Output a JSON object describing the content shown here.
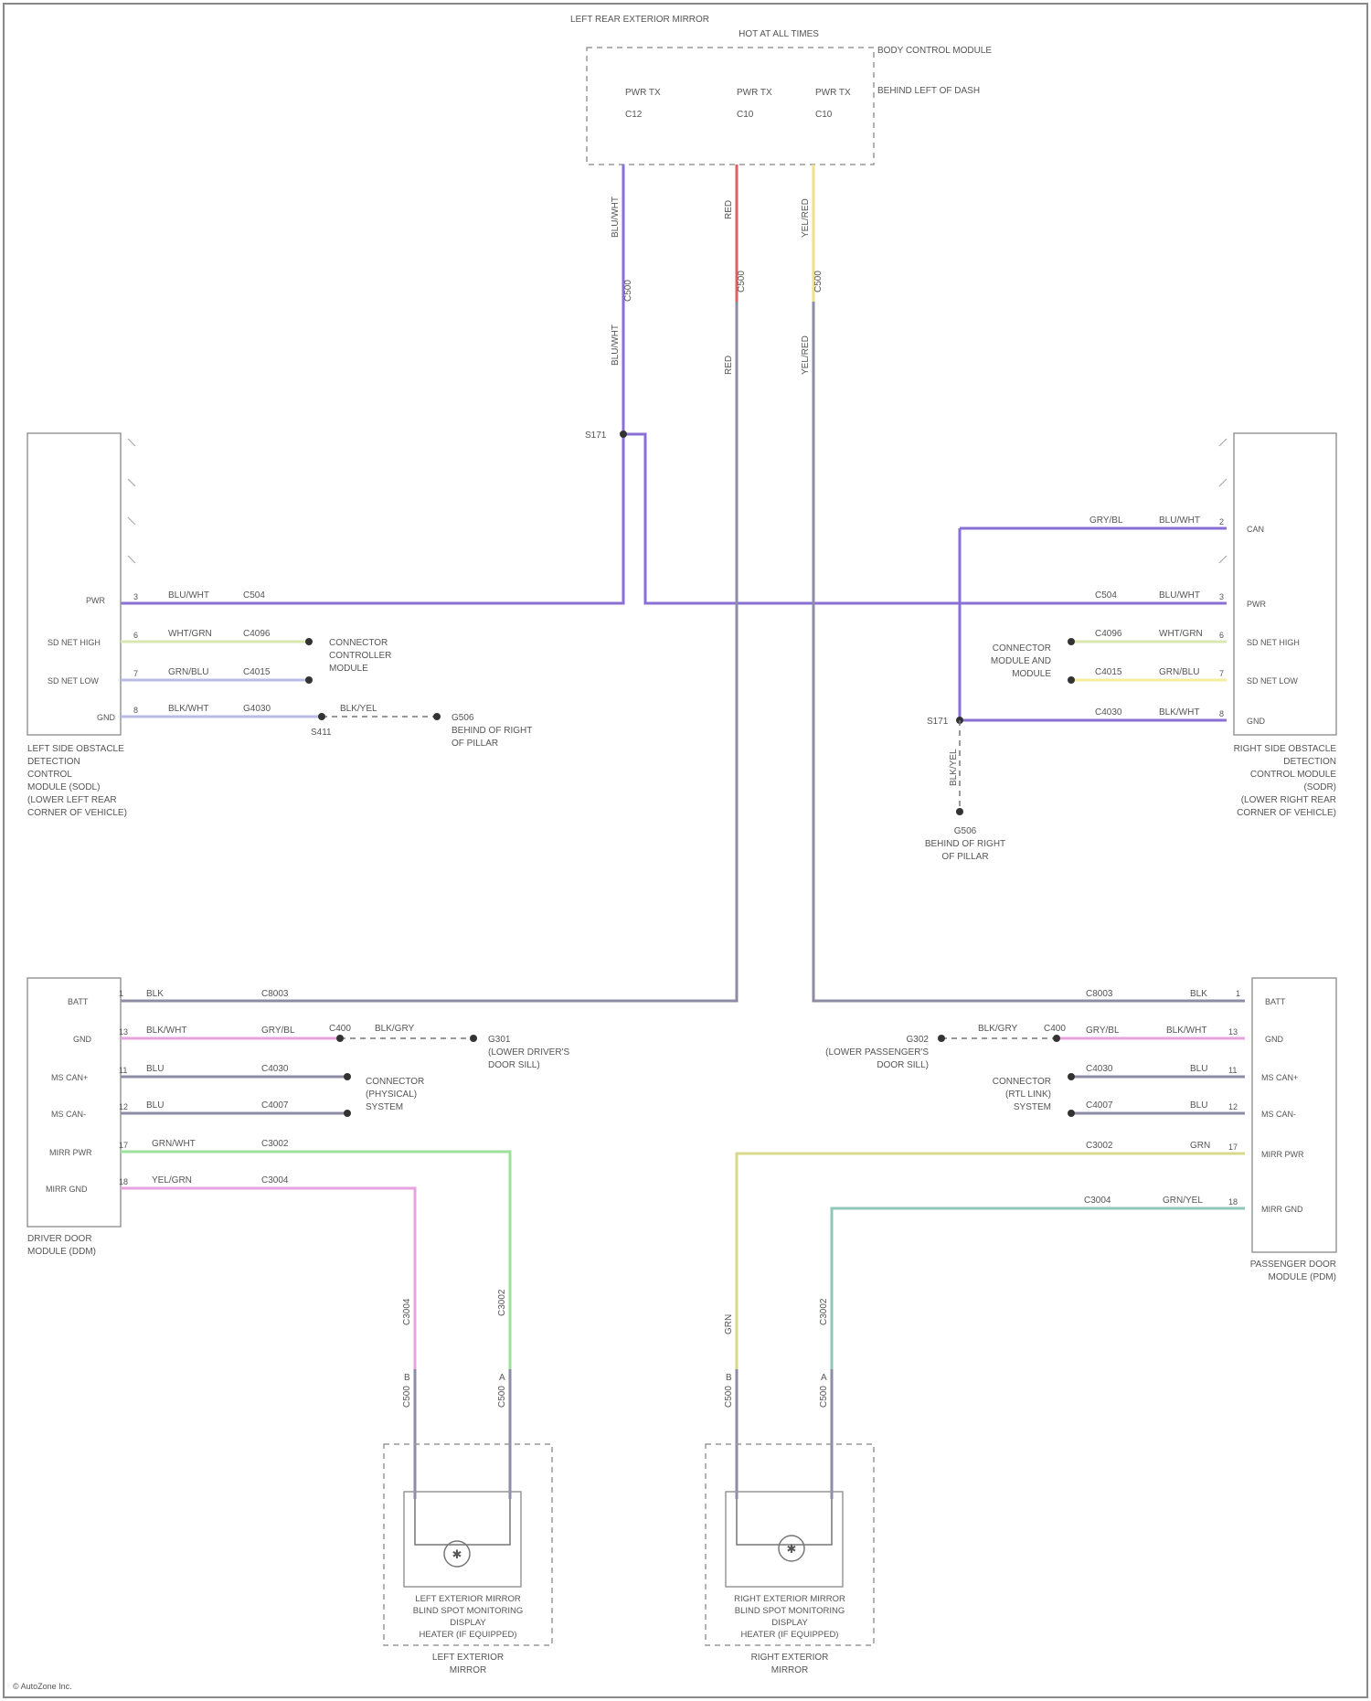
{
  "top_connector": {
    "title_left": "LEFT REAR EXTERIOR MIRROR",
    "title_right": "HOT AT ALL TIMES",
    "title_far_right": "BODY CONTROL MODULE",
    "pins": [
      {
        "label": "PWR TX",
        "num": "C12"
      },
      {
        "label": "PWR TX",
        "num": "C10"
      },
      {
        "label": "PWR TX",
        "num": "C10"
      }
    ],
    "note": "BEHIND LEFT OF DASH"
  },
  "wire_colors": {
    "purple": "#8a6fd6",
    "red": "#e06060",
    "yellow": "#f0e08a",
    "gray": "#8c8ca6",
    "green": "#9fe09a",
    "pink": "#e7a3df",
    "olive": "#d9d98a",
    "teal": "#8fc7b8",
    "lightyellow": "#f3ef9c",
    "light": "#b8bce6"
  },
  "vertical_wire_labels": {
    "purple": [
      "BLU/WHT",
      "C500",
      "BLU/WHT"
    ],
    "red": [
      "RED",
      "C500",
      "RED"
    ],
    "yellow": [
      "YEL/RED",
      "C500",
      "YEL/RED"
    ],
    "splice": "S171"
  },
  "left_module": {
    "caption": [
      "LEFT SIDE OBSTACLE",
      "DETECTION",
      "CONTROL",
      "MODULE (SODL)",
      "(LOWER LEFT REAR",
      "CORNER OF VEHICLE)"
    ],
    "rows": [
      {
        "name": "PWR",
        "pin": "3",
        "wire1": "BLU/WHT",
        "wire2": "C504"
      },
      {
        "name": "SD NET HIGH",
        "pin": "6",
        "wire1": "WHT/GRN",
        "wire2": "C4096"
      },
      {
        "name": "SD NET LOW",
        "pin": "7",
        "wire1": "GRN/BLU",
        "wire2": "C4015"
      },
      {
        "name": "GND",
        "pin": "8",
        "wire1": "BLK/WHT",
        "wire2": "G4030"
      }
    ],
    "connector_note": [
      "CONNECTOR",
      "CONTROLLER",
      "MODULE"
    ],
    "ground_label": "G506",
    "ground_sub": "S411",
    "ground_wire": "BLK/YEL",
    "ground_note": [
      "BEHIND OF RIGHT",
      "OF PILLAR"
    ]
  },
  "right_module": {
    "caption": [
      "RIGHT SIDE OBSTACLE",
      "DETECTION",
      "CONTROL MODULE",
      "(SODR)",
      "(LOWER RIGHT REAR",
      "CORNER OF VEHICLE)"
    ],
    "rows": [
      {
        "name": "CAN",
        "pin": "2",
        "wire1": "GRY/BL",
        "wire2": "BLU/WHT"
      },
      {
        "name": "PWR",
        "pin": "3",
        "wire1": "C504",
        "wire2": "BLU/WHT"
      },
      {
        "name": "SD NET HIGH",
        "pin": "6",
        "wire1": "C4096",
        "wire2": "WHT/GRN"
      },
      {
        "name": "SD NET LOW",
        "pin": "7",
        "wire1": "C4015",
        "wire2": "GRN/BLU"
      },
      {
        "name": "GND",
        "pin": "8",
        "wire1": "C4030",
        "wire2": "BLK/WHT"
      }
    ],
    "connector_note": [
      "CONNECTOR",
      "MODULE AND",
      "MODULE"
    ],
    "splice_label": "S171",
    "ground_label": "G506",
    "ground_wire": "BLK/YEL",
    "ground_note": [
      "BEHIND OF RIGHT",
      "OF PILLAR"
    ]
  },
  "driver_door": {
    "caption": [
      "DRIVER DOOR",
      "MODULE (DDM)"
    ],
    "rows": [
      {
        "name": "BATT",
        "pin": "1",
        "wire1": "BLK",
        "wire2": "C8003"
      },
      {
        "name": "GND",
        "pin": "13",
        "wire1": "BLK/WHT",
        "wire2": "GRY/BL"
      },
      {
        "name": "MS CAN+",
        "pin": "11",
        "wire1": "BLU",
        "wire2": "C4030"
      },
      {
        "name": "MS CAN-",
        "pin": "12",
        "wire1": "BLU",
        "wire2": "C4007"
      },
      {
        "name": "MIRR PWR",
        "pin": "17",
        "wire1": "GRN/WHT",
        "wire2": "C3002"
      },
      {
        "name": "MIRR GND",
        "pin": "18",
        "wire1": "YEL/GRN",
        "wire2": "C3004"
      }
    ],
    "connector_note": [
      "CONNECTOR",
      "(PHYSICAL)",
      "SYSTEM"
    ],
    "ground_label": "G301",
    "ground_note": [
      "(LOWER DRIVER'S",
      "DOOR SILL)"
    ],
    "ground_wire": "BLK/GRY",
    "ground_sub": "C400"
  },
  "passenger_door": {
    "caption": [
      "PASSENGER DOOR",
      "MODULE (PDM)"
    ],
    "rows": [
      {
        "name": "BATT",
        "pin": "1",
        "wire1": "C8003",
        "wire2": "BLK"
      },
      {
        "name": "GND",
        "pin": "13",
        "wire1": "BLK/WHT",
        "wire2": "GRY/BL"
      },
      {
        "name": "MS CAN+",
        "pin": "11",
        "wire1": "C4030",
        "wire2": "BLU"
      },
      {
        "name": "MS CAN-",
        "pin": "12",
        "wire1": "C4007",
        "wire2": "BLU"
      },
      {
        "name": "MIRR PWR",
        "pin": "17",
        "wire1": "C3002",
        "wire2": "GRN"
      },
      {
        "name": "MIRR GND",
        "pin": "18",
        "wire1": "C3004",
        "wire2": "GRN/YEL"
      }
    ],
    "connector_note": [
      "CONNECTOR",
      "(RTL LINK)",
      "SYSTEM"
    ],
    "ground_label": "G302",
    "ground_note": [
      "(LOWER PASSENGER'S",
      "DOOR SILL)"
    ],
    "ground_wire": "BLK/GRY",
    "ground_sub": "C400"
  },
  "left_mirror": {
    "vertical_labels_left": [
      "C3004",
      "C500",
      "B"
    ],
    "vertical_labels_right": [
      "C3002",
      "C500",
      "A"
    ],
    "caption": [
      "LEFT EXTERIOR MIRROR",
      "BLIND SPOT MONITORING",
      "DISPLAY",
      "HEATER (IF EQUIPPED)"
    ],
    "sub_caption": [
      "LEFT EXTERIOR",
      "MIRROR"
    ]
  },
  "right_mirror": {
    "vertical_labels_left": [
      "GRN",
      "C500",
      "B"
    ],
    "vertical_labels_right": [
      "C3002",
      "C500",
      "A"
    ],
    "caption": [
      "RIGHT EXTERIOR MIRROR",
      "BLIND SPOT MONITORING",
      "DISPLAY",
      "HEATER (IF EQUIPPED)"
    ],
    "sub_caption": [
      "RIGHT EXTERIOR",
      "MIRROR"
    ]
  },
  "footer": "© AutoZone Inc."
}
